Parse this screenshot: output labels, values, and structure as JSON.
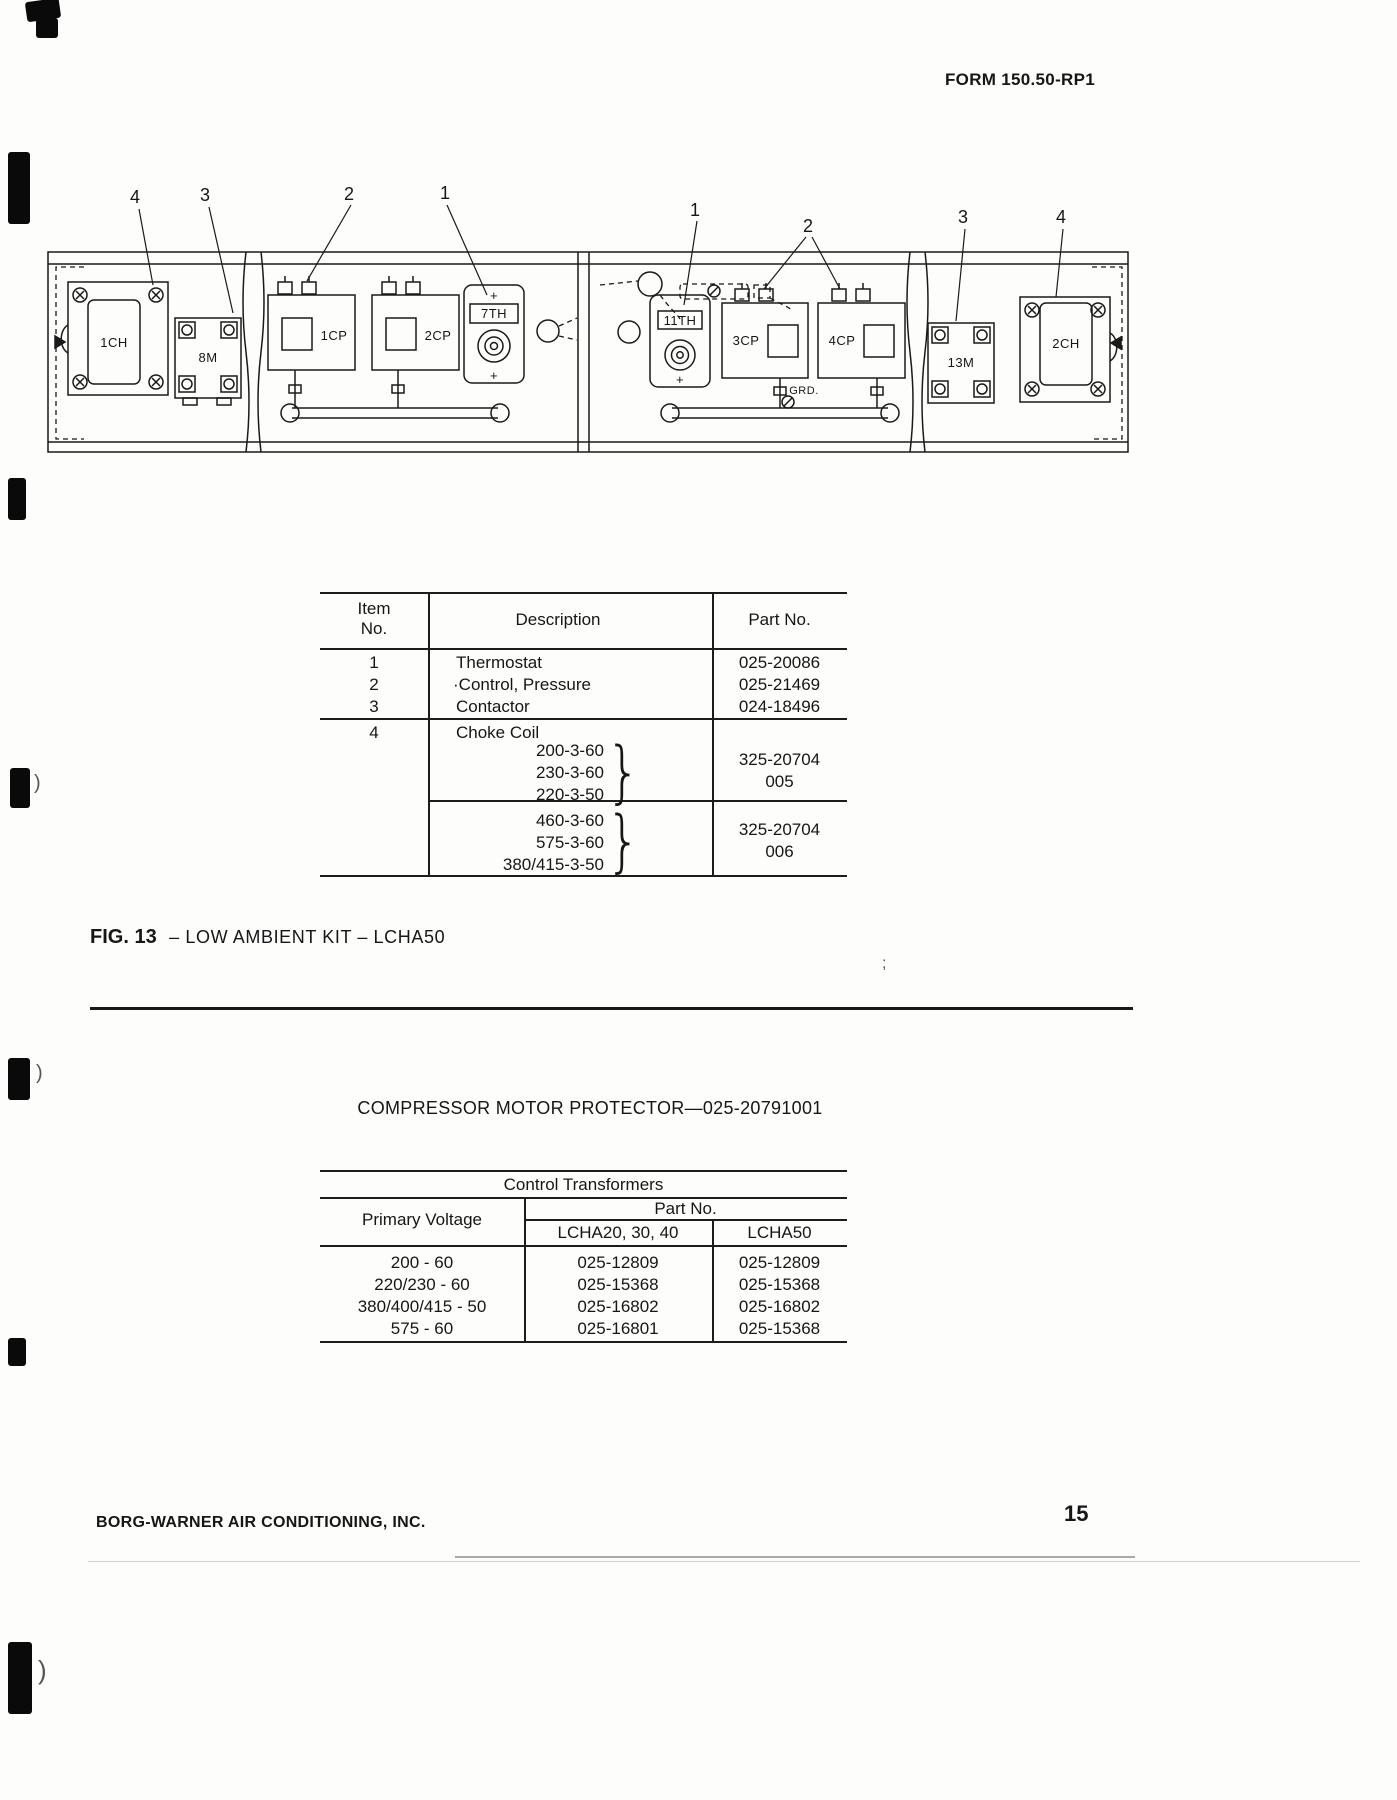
{
  "header": {
    "form_number": "FORM 150.50-RP1"
  },
  "diagram": {
    "callouts": [
      "4",
      "3",
      "2",
      "1",
      "1",
      "2",
      "3",
      "4"
    ],
    "labels": {
      "ch1": "1CH",
      "m8": "8M",
      "cp1": "1CP",
      "cp2": "2CP",
      "th7": "7TH",
      "th11": "11TH",
      "cp3": "3CP",
      "cp4": "4CP",
      "m13": "13M",
      "ch2": "2CH",
      "grd": "GRD.",
      "plus": "+"
    }
  },
  "parts_table": {
    "headers": {
      "item": "Item\nNo.",
      "description": "Description",
      "part": "Part No."
    },
    "rows": [
      {
        "item": "1",
        "description": "Thermostat",
        "part": "025-20086"
      },
      {
        "item": "2",
        "description": "·Control, Pressure",
        "part": "025-21469"
      },
      {
        "item": "3",
        "description": "Contactor",
        "part": "024-18496"
      }
    ],
    "choke": {
      "item": "4",
      "description": "Choke Coil",
      "groups": [
        {
          "voltages": [
            "200-3-60",
            "230-3-60",
            "220-3-50"
          ],
          "brace": "}",
          "part_no": "325-20704",
          "part_suffix": "005"
        },
        {
          "voltages": [
            "460-3-60",
            "575-3-60",
            "380/415-3-50"
          ],
          "brace": "}",
          "part_no": "325-20704",
          "part_suffix": "006"
        }
      ]
    }
  },
  "figure_caption": {
    "label": "FIG. 13",
    "title": "– LOW AMBIENT KIT – LCHA50"
  },
  "section_heading": "COMPRESSOR MOTOR PROTECTOR—025-20791001",
  "transformer_table": {
    "title": "Control Transformers",
    "col_primary_voltage": "Primary Voltage",
    "col_part_no": "Part No.",
    "col_lcha20": "LCHA20, 30, 40",
    "col_lcha50": "LCHA50",
    "rows": [
      {
        "voltage": "200 - 60",
        "lcha20": "025-12809",
        "lcha50": "025-12809"
      },
      {
        "voltage": "220/230 - 60",
        "lcha20": "025-15368",
        "lcha50": "025-15368"
      },
      {
        "voltage": "380/400/415 - 50",
        "lcha20": "025-16802",
        "lcha50": "025-16802"
      },
      {
        "voltage": "575 - 60",
        "lcha20": "025-16801",
        "lcha50": "025-15368"
      }
    ]
  },
  "footer": {
    "company": "BORG-WARNER AIR CONDITIONING, INC.",
    "page_number": "15"
  },
  "artifacts": {
    "paren": ")",
    "semicolon": ";"
  }
}
